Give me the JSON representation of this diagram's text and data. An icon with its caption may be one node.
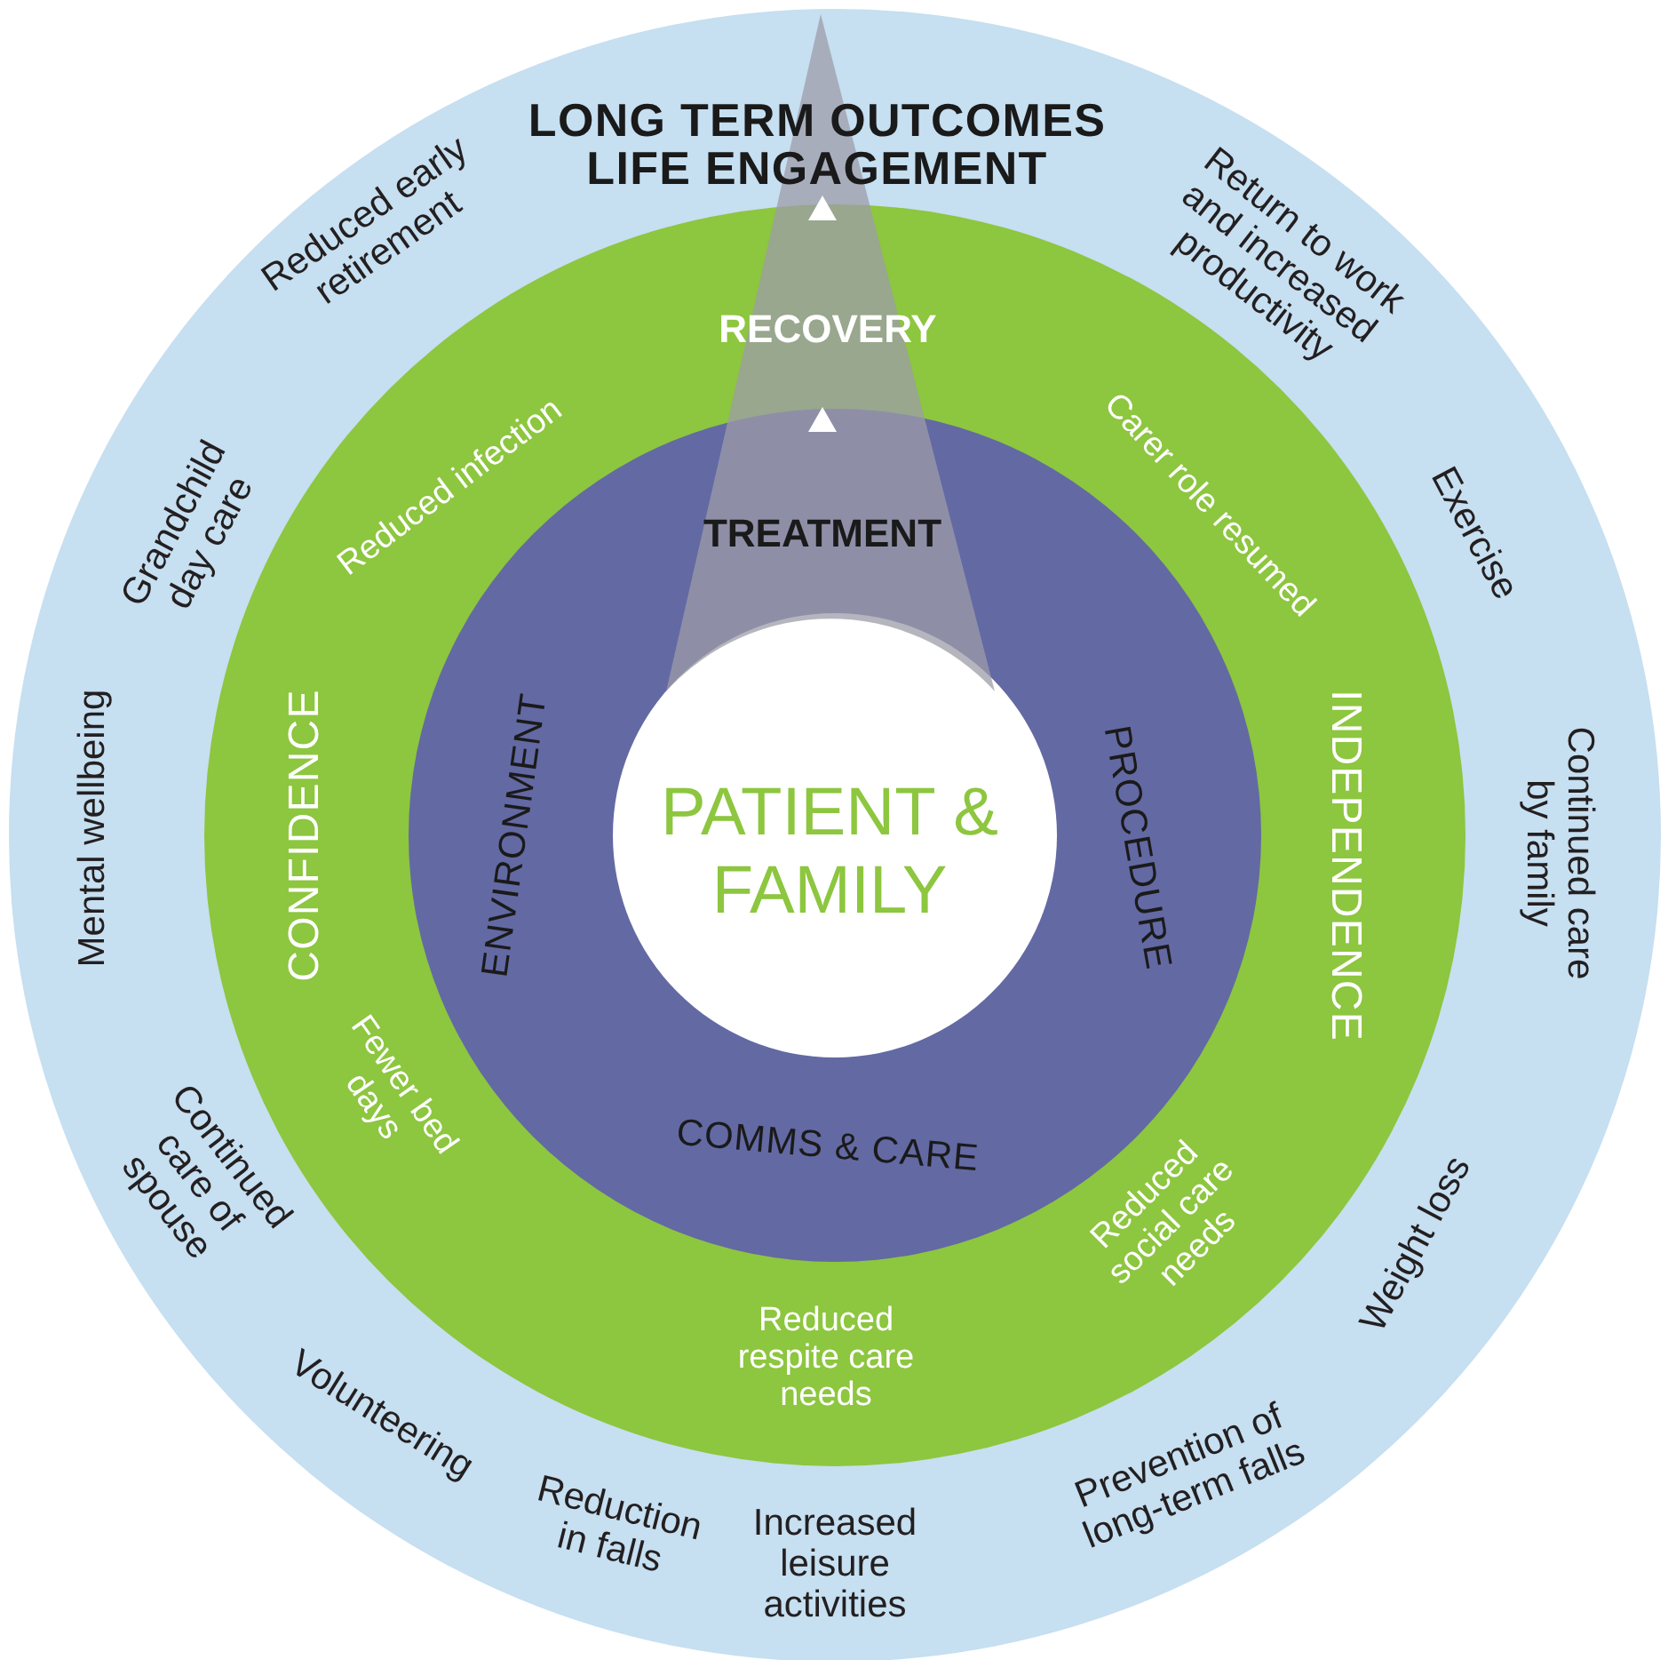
{
  "diagram": {
    "nodes": [
      {
        "text": [
          "LONG TERM OUTCOMES LIFE ENGAGEMENT"
        ]
      },
      {
        "text": [
          "RECOVERY"
        ],
        "in": 0
      },
      {
        "text": [
          "TREATMENT"
        ],
        "in": 1
      },
      {
        "text": [
          "PATIENT & FAMILY"
        ],
        "in": 2
      }
    ],
    "labels": [
      "Reduced early retirement",
      "Return to work and increased productivity",
      "Grandchild day care",
      "Exercise",
      "Mental wellbeing",
      "Continued care by family",
      "Continued care of spouse",
      "Weight loss",
      "Volunteering",
      "Reduction in falls",
      "Increased leisure activities",
      "Prevention of long-term falls",
      "Reduced infection",
      "Carer role resumed",
      "CONFIDENCE",
      "INDEPENDENCE",
      "Fewer bed days",
      "Reduced social care needs",
      "Reduced respite care needs",
      "ENVIRONMENT",
      "PROCEDURE",
      "COMMS & CARE"
    ]
  }
}
